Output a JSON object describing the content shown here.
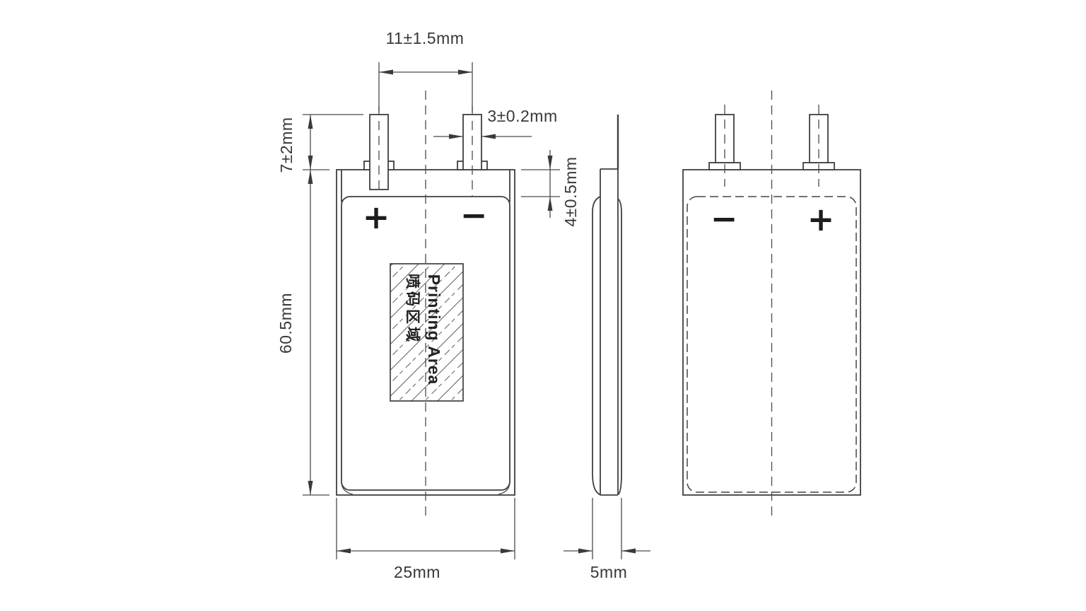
{
  "colors": {
    "background": "#ffffff",
    "line": "#3f3f3f",
    "text": "#383838"
  },
  "views": {
    "front": {
      "positive_terminal": "+",
      "negative_terminal": "−",
      "printing_area": {
        "label_en": "Printing Area",
        "label_zh": "喷码区域"
      }
    },
    "back": {
      "negative_terminal": "−",
      "positive_terminal": "+"
    }
  },
  "dimensions": {
    "tab_pitch": "11±1.5mm",
    "tab_width": "3±0.2mm",
    "tab_length": "7±2mm",
    "top_seal_height": "4±0.5mm",
    "body_height": "60.5mm",
    "body_width": "25mm",
    "body_thickness": "5mm"
  }
}
